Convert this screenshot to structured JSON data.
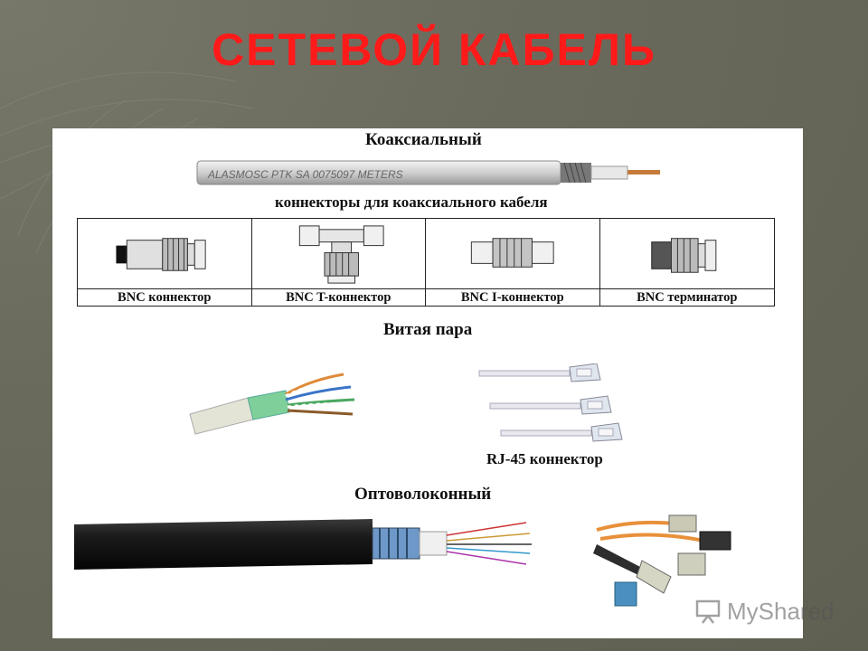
{
  "title": "СЕТЕВОЙ КАБЕЛЬ",
  "coax": {
    "heading": "Коаксиальный",
    "cable_print": "ALASMOSC PTK SA 0075097 METERS",
    "connectors_heading": "коннекторы для коаксиального кабеля",
    "connectors": [
      {
        "label": "BNC коннектор",
        "icon": "bnc-connector-icon"
      },
      {
        "label": "BNC T-коннектор",
        "icon": "bnc-t-connector-icon"
      },
      {
        "label": "BNC I-коннектор",
        "icon": "bnc-i-connector-icon"
      },
      {
        "label": "BNC терминатор",
        "icon": "bnc-terminator-icon"
      }
    ]
  },
  "twisted_pair": {
    "heading": "Витая пара",
    "connector_label": "RJ-45 коннектор"
  },
  "fiber": {
    "heading": "Оптоволоконный"
  },
  "watermark": "MyShared"
}
